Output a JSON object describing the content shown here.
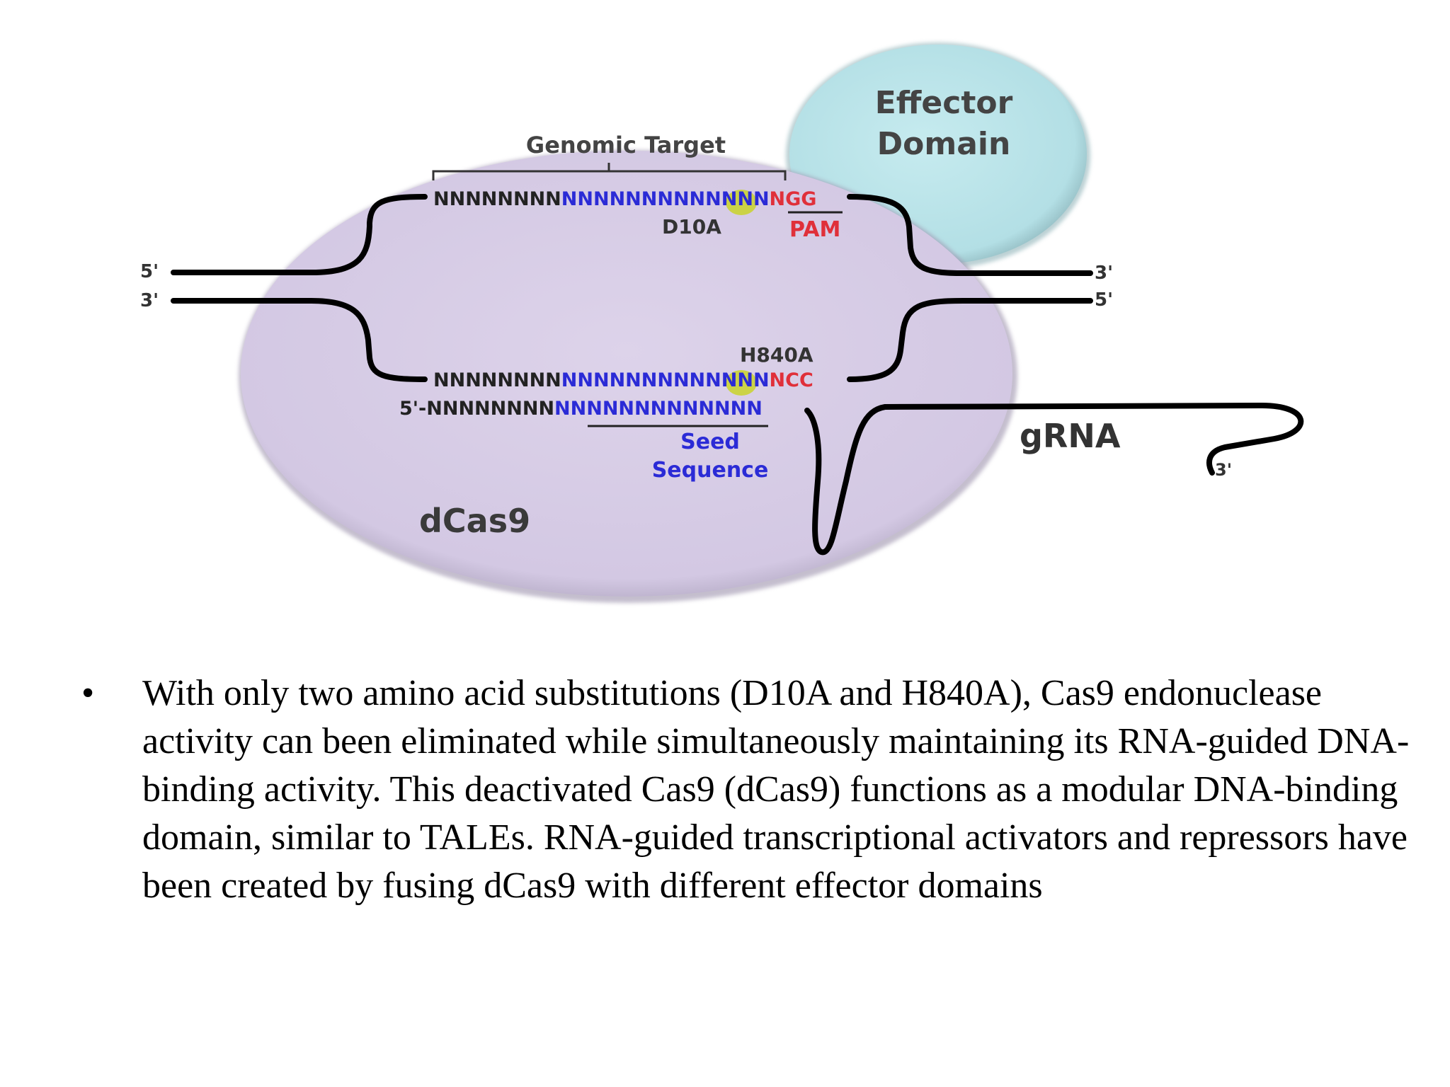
{
  "diagram": {
    "effector_label_line1": "Effector",
    "effector_label_line2": "Domain",
    "genomic_target_label": "Genomic Target",
    "top_strand": {
      "black": "NNNNNNNN",
      "blue": "NNNNNNNNNNNNN",
      "red": "NGG"
    },
    "d10a_label": "D10A",
    "pam_label": "PAM",
    "five_prime_left": "5'",
    "three_prime_left": "3'",
    "three_prime_right": "3'",
    "five_prime_right": "5'",
    "h840a_label": "H840A",
    "bottom_strand": {
      "black": "NNNNNNNN",
      "blue": "NNNNNNNNNNNNN",
      "red": "NCC"
    },
    "grna_strand": {
      "prefix": "5'-",
      "black": "NNNNNNNN",
      "blue": "NNNNNNNNNNNNN"
    },
    "seed_line1": "Seed",
    "seed_line2": "Sequence",
    "dcas9_label": "dCas9",
    "grna_label": "gRNA",
    "grna_three_prime": "3'",
    "colors": {
      "dcas9_fill": "#d9cfe6",
      "effector_fill": "#bfe5ea",
      "strand_blue": "#2b2bd6",
      "strand_red": "#e0303a",
      "mutation_highlight": "#c9d42a"
    }
  },
  "bullet": {
    "symbol": "•",
    "text": "With only two amino acid substitutions (D10A and H840A), Cas9 endonuclease activity can been eliminated while simultaneously maintaining its RNA-guided DNA-binding activity. This deactivated Cas9 (dCas9) functions as a modular DNA-binding domain, similar to TALEs. RNA-guided transcriptional activators and repressors have been created by fusing dCas9 with different effector domains"
  }
}
